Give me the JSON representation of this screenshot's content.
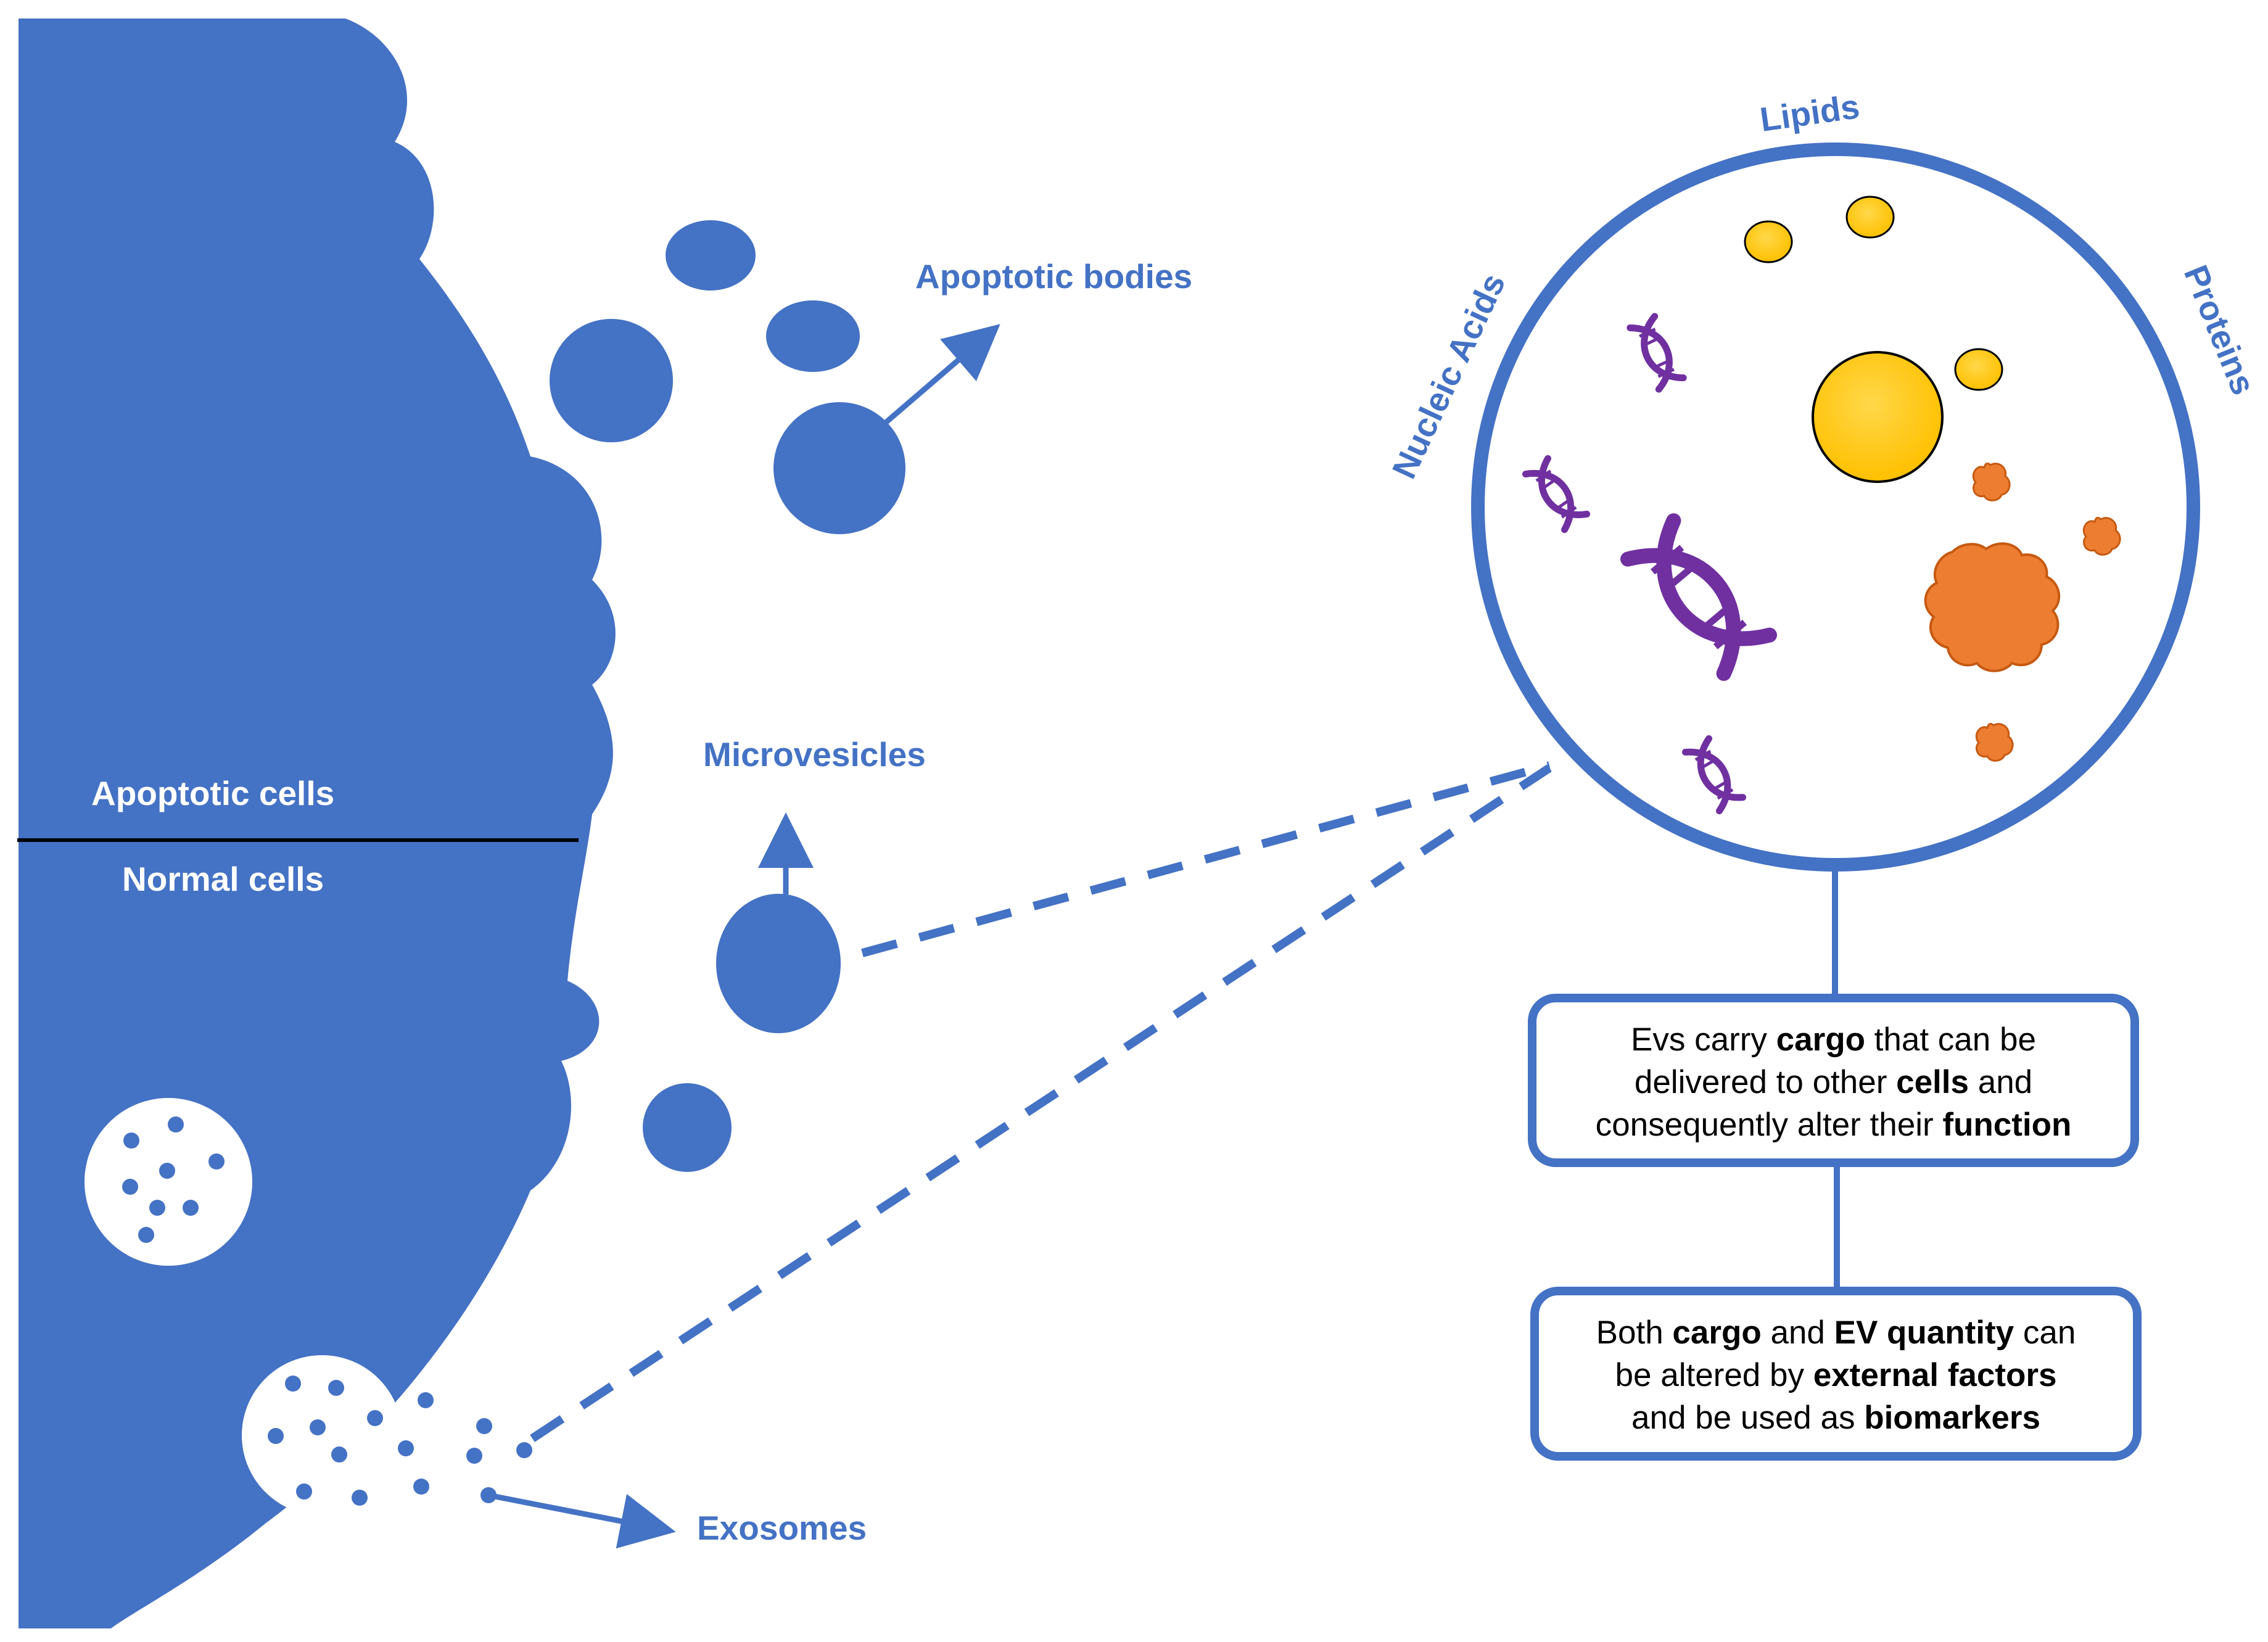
{
  "labels": {
    "apoptotic_bodies": "Apoptotic bodies",
    "microvesicles": "Microvesicles",
    "exosomes": "Exosomes",
    "apoptotic_cells": "Apoptotic cells",
    "normal_cells": "Normal cells",
    "lipids": "Lipids",
    "nucleic_acids": "Nucleic Acids",
    "proteins": "Proteins"
  },
  "box1": {
    "l1a": "Evs carry ",
    "l1b": "cargo",
    "l1c": " that can be",
    "l2a": "delivered to other ",
    "l2b": "cells",
    "l2c": " and",
    "l3a": "consequently alter their ",
    "l3b": "function"
  },
  "box2": {
    "l1a": "Both ",
    "l1b": "cargo",
    "l1c": " and ",
    "l1d": "EV quantity",
    "l1e": " can",
    "l2a": "be altered by ",
    "l2b": "external factors",
    "l3a": "and be used as ",
    "l3b": "biomarkers"
  },
  "colors": {
    "cell_blue": "#4472C4",
    "lipid_yellow": "#FFC000",
    "protein_orange": "#ED7D31",
    "dna_purple": "#7030A0"
  }
}
